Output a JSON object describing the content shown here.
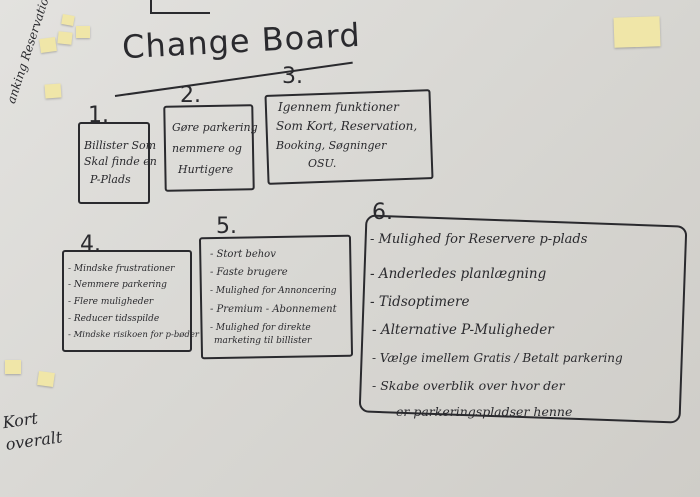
{
  "title": "Change Board",
  "left_vertical": "anking Reservation",
  "corner_note": "Kort overalt",
  "sections": [
    {
      "number": "1.",
      "lines": [
        "Billister Som",
        "Skal finde en",
        "P-Plads"
      ]
    },
    {
      "number": "2.",
      "lines": [
        "Gøre parkering",
        "nemmere og",
        "Hurtigere"
      ]
    },
    {
      "number": "3.",
      "lines": [
        "Igennem funktioner",
        "Som Kort, Reservation,",
        "Booking, Søgninger",
        "OSU."
      ]
    },
    {
      "number": "4.",
      "lines": [
        "- Mindske frustrationer",
        "- Nemmere parkering",
        "- Flere muligheder",
        "- Reducer tidsspilde",
        "- Mindske risikoen for p-bøder"
      ]
    },
    {
      "number": "5.",
      "lines": [
        "- Stort behov",
        "- Faste brugere",
        "- Mulighed for Annoncering",
        "- Premium - Abonnement",
        "- Mulighed for direkte",
        "marketing til billister"
      ]
    },
    {
      "number": "6.",
      "lines": [
        "- Mulighed for Reservere p-plads",
        "- Anderledes planlægning",
        "- Tidsoptimere",
        "- Alternative P-Muligheder",
        "- Vælge imellem Gratis / Betalt parkering",
        "- Skabe overblik over hvor der",
        "er parkeringspladser henne"
      ]
    }
  ]
}
